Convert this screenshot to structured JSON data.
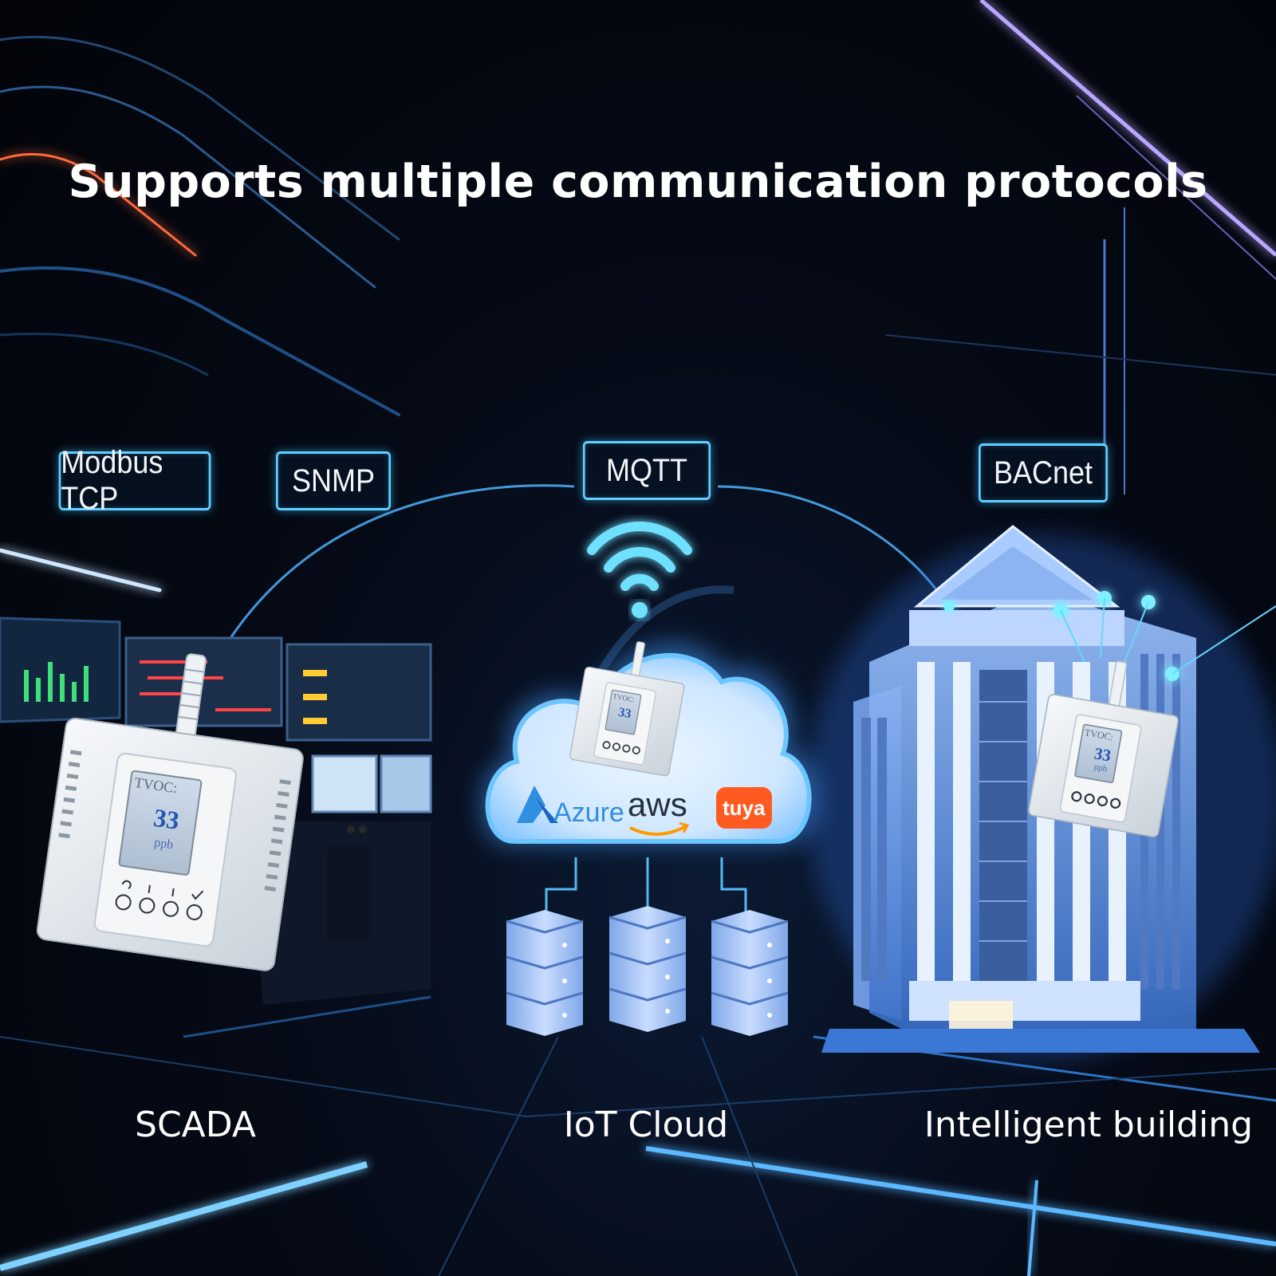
{
  "headline": "Supports multiple communication protocols",
  "protocols": {
    "modbus": "Modbus TCP",
    "snmp": "SNMP",
    "mqtt": "MQTT",
    "bacnet": "BACnet"
  },
  "scenes": {
    "scada": "SCADA",
    "iot_cloud": "IoT Cloud",
    "building": "Intelligent building"
  },
  "cloud_logos": {
    "azure": "Azure",
    "aws": "aws",
    "tuya": "tuya"
  },
  "sensor_display": {
    "label": "TVOC:",
    "value": "33",
    "unit": "ppb"
  },
  "colors": {
    "neon_blue": "#5fd0ff",
    "azure_blue": "#2f8fe0",
    "aws_orange": "#ff9900",
    "tuya_orange": "#ff5a1f"
  }
}
